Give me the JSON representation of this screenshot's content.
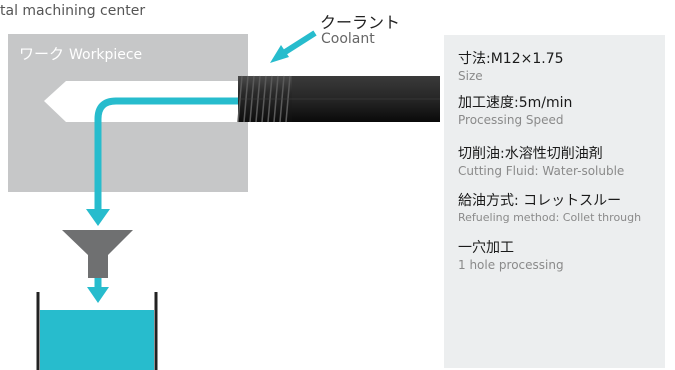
{
  "header": {
    "caption": "tal machining center"
  },
  "diagram": {
    "workpiece_label_ja": "ワーク",
    "workpiece_label_en": "Workpiece",
    "coolant_label_ja": "クーラント",
    "coolant_label_en": "Coolant",
    "colors": {
      "workpiece": "#c6c7c8",
      "coolant": "#27bccd",
      "funnel": "#6f7071",
      "tap": "#1d1d1d",
      "panel": "#eceeef"
    },
    "icons": [
      "workpiece-block",
      "tap-tool",
      "coolant-arrow",
      "flow-arrow",
      "funnel",
      "collection-tank"
    ]
  },
  "specs": [
    {
      "ja": "寸法:M12×1.75",
      "en": "Size"
    },
    {
      "ja": "加工速度:5m/min",
      "en": "Processing Speed"
    },
    {
      "ja": "切削油:水溶性切削油剤",
      "en": "Cutting Fluid: Water-soluble"
    },
    {
      "ja": "給油方式: コレットスルー",
      "en": "Refueling method: Collet through"
    },
    {
      "ja": "一穴加工",
      "en": "1 hole processing"
    }
  ]
}
